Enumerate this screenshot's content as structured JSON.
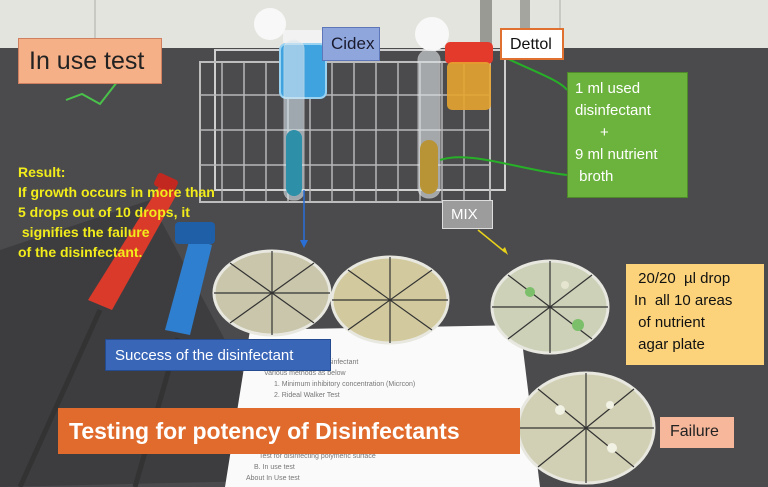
{
  "labels": {
    "in_use_test": "In use test",
    "cidex": "Cidex",
    "dettol": "Dettol",
    "mix": "MIX",
    "success": "Success of the disinfectant",
    "failure": "Failure",
    "main_title": "Testing for potency of Disinfectants"
  },
  "green_note": {
    "line1": "1 ml used",
    "line2": "disinfectant",
    "line3": "      +",
    "line4": "9 ml nutrient",
    "line5": " broth"
  },
  "result": {
    "line1": "Result:",
    "line2": "If growth occurs in more than",
    "line3": "5 drops out of 10 drops, it",
    "line4": " signifies the failure",
    "line5": "of the disinfectant."
  },
  "drop_note": {
    "line1": " 20/20  µl drop",
    "line2": "In  all 10 areas",
    "line3": " of nutrient",
    "line4": " agar plate"
  },
  "paper": {
    "line1": "of Disinfectant",
    "line2": "Various methods as below",
    "line3": "1. Minimum inhibitory concentration (Micrcon)",
    "line4": "2. Rideal Walker Test",
    "line5": "Test for disinfecting polymeric surface",
    "line6": "B. In use test",
    "line7": "About In Use test"
  },
  "colors": {
    "bench": "#4a4a4c",
    "tile_wall": "#e4e4df",
    "orange_label": "#f6b088",
    "blue_label": "#8fa6dc",
    "green_note": "#6cb33e",
    "yellow_text": "#f2ec1a",
    "success_blue": "#3a66b8",
    "title_orange": "#e06b2c"
  }
}
